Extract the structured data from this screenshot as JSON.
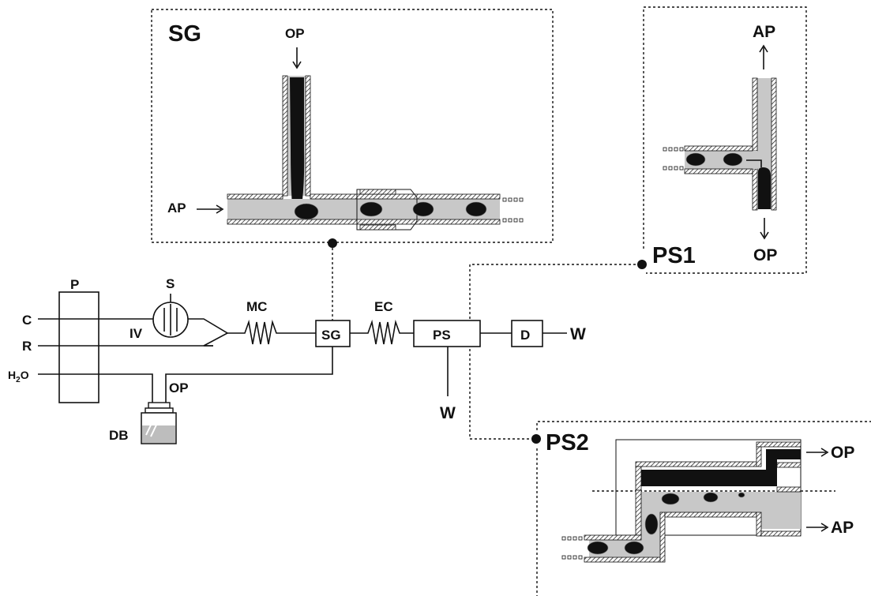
{
  "panels": {
    "sg": {
      "title": "SG",
      "op": "OP",
      "ap": "AP"
    },
    "ps1": {
      "title": "PS1",
      "ap": "AP",
      "op": "OP"
    },
    "ps2": {
      "title": "PS2",
      "op": "OP",
      "ap": "AP"
    }
  },
  "schematic": {
    "pump": "P",
    "syringe": "S",
    "injection_valve": "IV",
    "inlet_c": "C",
    "inlet_r": "R",
    "inlet_h2o_base": "H",
    "inlet_h2o_sub": "2",
    "inlet_h2o_tail": "O",
    "mixing_coil": "MC",
    "segmenter": "SG",
    "extraction_coil": "EC",
    "phase_separator": "PS",
    "detector": "D",
    "waste_1": "W",
    "waste_2": "W",
    "organic_phase": "OP",
    "drain_bottle": "DB"
  }
}
